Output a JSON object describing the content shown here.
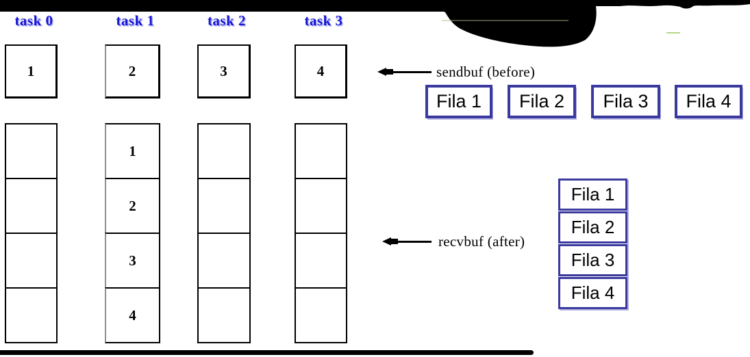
{
  "diagram": {
    "tasks": [
      {
        "label": "task 0",
        "sendbuf": "1",
        "recvbuf": [
          "",
          "",
          "",
          ""
        ]
      },
      {
        "label": "task 1",
        "sendbuf": "2",
        "recvbuf": [
          "1",
          "2",
          "3",
          "4"
        ]
      },
      {
        "label": "task 2",
        "sendbuf": "3",
        "recvbuf": [
          "",
          "",
          "",
          ""
        ]
      },
      {
        "label": "task 3",
        "sendbuf": "4",
        "recvbuf": [
          "",
          "",
          "",
          ""
        ]
      }
    ],
    "annotations": {
      "sendbuf": "sendbuf (before)",
      "recvbuf": "recvbuf (after)"
    },
    "fila_row": [
      "Fila 1",
      "Fila 2",
      "Fila 3",
      "Fila 4"
    ],
    "fila_stack": [
      "Fila 1",
      "Fila 2",
      "Fila 3",
      "Fila 4"
    ],
    "colors": {
      "task_label_blue": "#1515d6",
      "fila_border_blue": "#3a3a9e",
      "box_border": "#000000",
      "banner_black": "#000000"
    }
  }
}
